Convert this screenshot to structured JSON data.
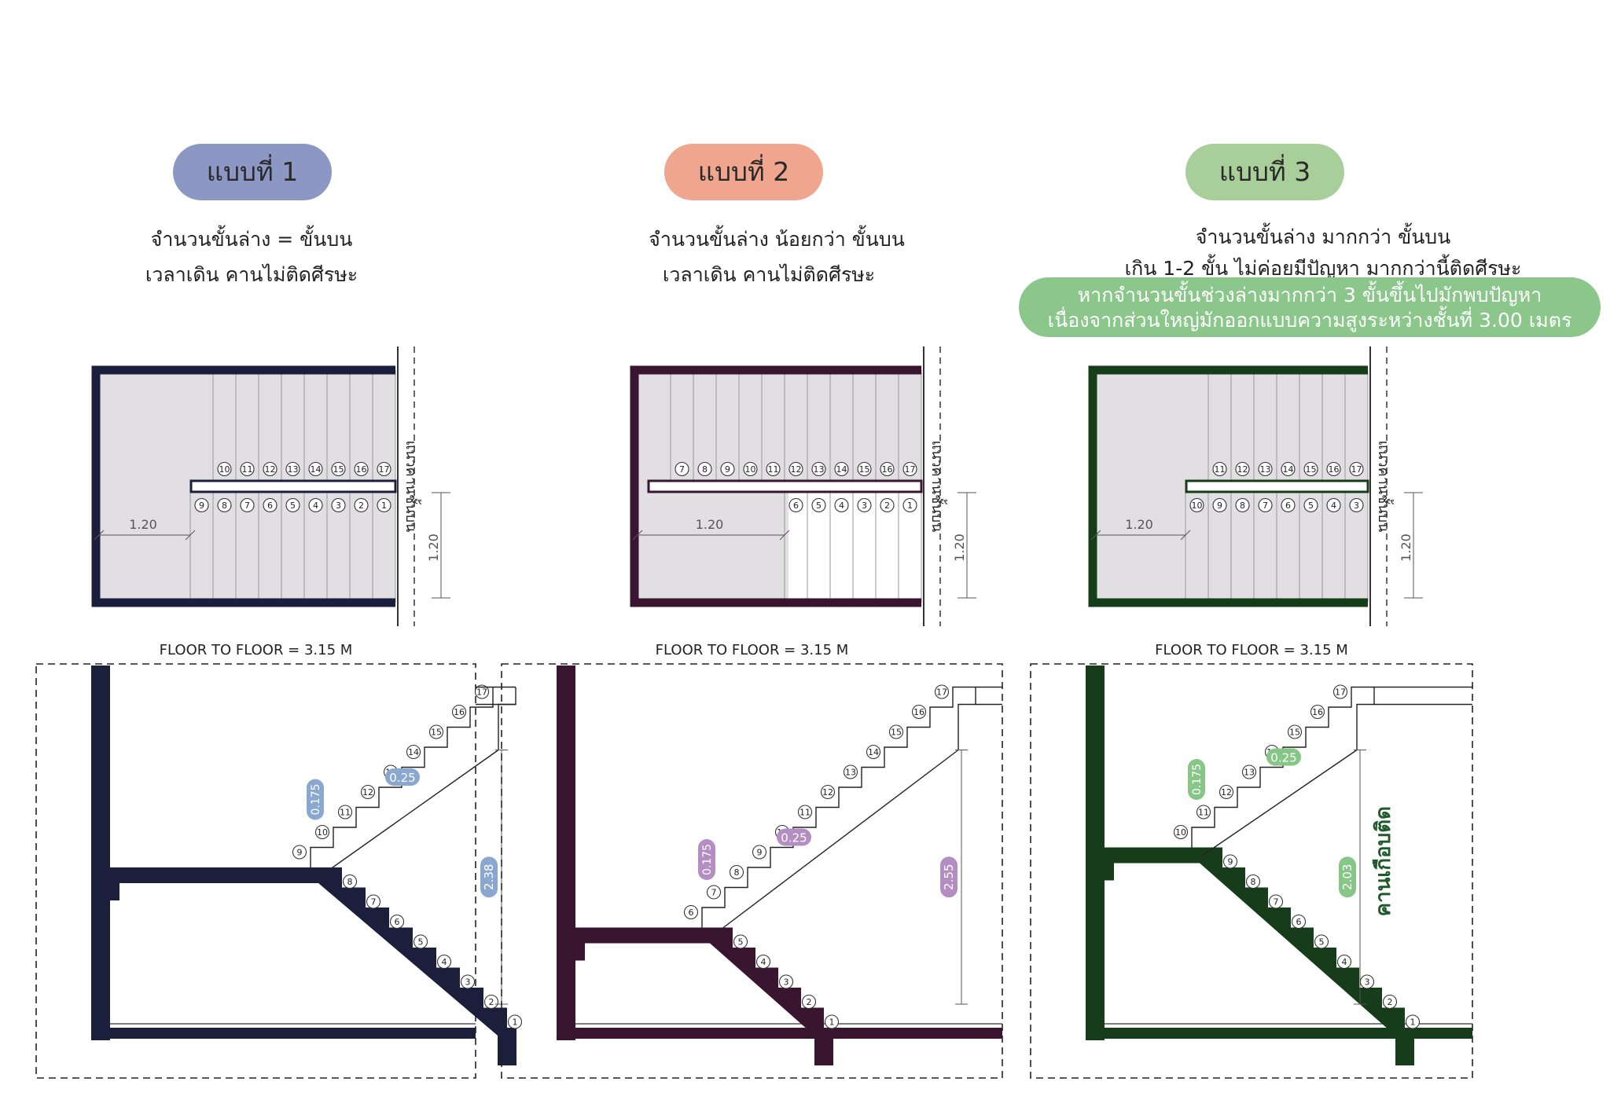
{
  "panels": [
    {
      "label": "แบบที่ 1",
      "desc_line1": "จำนวนขั้นล่าง = ขั้นบน",
      "desc_line2": "เวลาเดิน คานไม่ติดศีรษะ",
      "floor_to_floor": "FLOOR TO FLOOR = 3.15 M",
      "landing_dim": "1.20",
      "width_dim": "1.20",
      "wall_label": "แนวคานชั้นบน",
      "tread": "0.25",
      "riser": "0.175",
      "headroom": "2.38",
      "plan_upper_steps": [
        "10",
        "11",
        "12",
        "13",
        "14",
        "15",
        "16",
        "17"
      ],
      "plan_lower_steps": [
        "9",
        "8",
        "7",
        "6",
        "5",
        "4",
        "3",
        "2",
        "1"
      ],
      "colors": {
        "pill": "#8d97c3",
        "wall": "#1b1f3c",
        "tag": "#8aa8cf"
      }
    },
    {
      "label": "แบบที่ 2",
      "desc_line1": "จำนวนขั้นล่าง น้อยกว่า ขั้นบน",
      "desc_line2": "เวลาเดิน คานไม่ติดศีรษะ",
      "floor_to_floor": "FLOOR TO FLOOR = 3.15 M",
      "landing_dim": "1.20",
      "width_dim": "1.20",
      "wall_label": "แนวคานชั้นบน",
      "tread": "0.25",
      "riser": "0.175",
      "headroom": "2.55",
      "plan_upper_steps": [
        "7",
        "8",
        "9",
        "10",
        "11",
        "12",
        "13",
        "14",
        "15",
        "16",
        "17"
      ],
      "plan_lower_steps": [
        "6",
        "5",
        "4",
        "3",
        "2",
        "1"
      ],
      "colors": {
        "pill": "#f0a58e",
        "wall": "#3a1530",
        "tag": "#b48dc2"
      }
    },
    {
      "label": "แบบที่ 3",
      "desc_line1": "จำนวนขั้นล่าง มากกว่า ขั้นบน",
      "desc_line2": "เกิน 1-2 ขั้น ไม่ค่อยมีปัญหา มากกว่านี้ติดศีรษะ",
      "floor_to_floor": "FLOOR TO FLOOR = 3.15 M",
      "landing_dim": "1.20",
      "width_dim": "1.20",
      "wall_label": "แนวคานชั้นบน",
      "tread": "0.25",
      "riser": "0.175",
      "headroom": "2.03",
      "beam_note": "คานเกือบติด",
      "plan_upper_steps": [
        "11",
        "12",
        "13",
        "14",
        "15",
        "16",
        "17"
      ],
      "plan_lower_steps": [
        "10",
        "9",
        "8",
        "7",
        "6",
        "5",
        "4",
        "3"
      ],
      "colors": {
        "pill": "#a8cf9a",
        "wall": "#163c1a",
        "tag": "#86c686"
      }
    }
  ],
  "note": {
    "line1": "หากจำนวนขั้นช่วงล่างมากกว่า 3 ขั้นขึ้นไปมักพบปัญหา",
    "line2": "เนื่องจากส่วนใหญ่มักออกแบบความสูงระหว่างชั้นที่ 3.00 เมตร"
  }
}
